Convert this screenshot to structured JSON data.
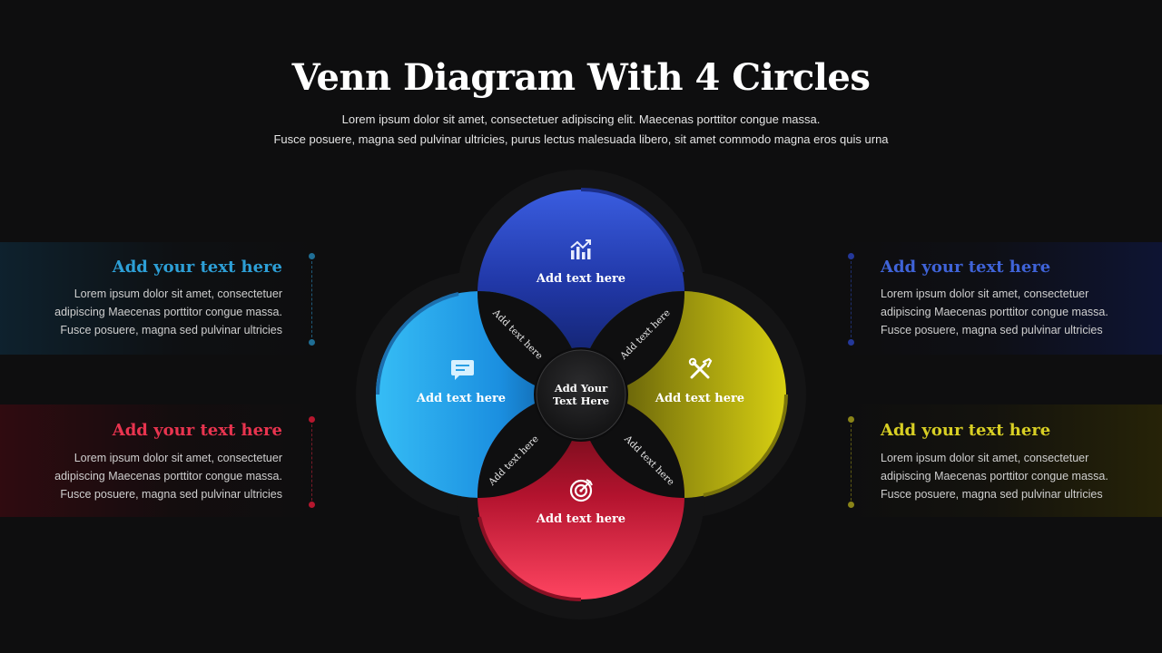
{
  "title": "Venn Diagram With 4 Circles",
  "subtitle_line1": "Lorem ipsum dolor sit amet, consectetuer adipiscing elit. Maecenas porttitor congue massa.",
  "subtitle_line2": "Fusce posuere, magna sed pulvinar ultricies, purus lectus malesuada libero, sit amet commodo magna eros quis urna",
  "colors": {
    "background": "#0e0e0f",
    "blue": "#2e4bc7",
    "cyan": "#2aa7e8",
    "yellow": "#c9c213",
    "red": "#d01c3c",
    "heading_cyan": "#2d9fd6",
    "heading_blue": "#3f63d8",
    "heading_red": "#e8344f",
    "heading_yellow": "#d8cf24"
  },
  "circles": {
    "top": {
      "label": "Add text here",
      "icon": "chart-growth-icon"
    },
    "left": {
      "label": "Add text here",
      "icon": "chat-bubble-icon"
    },
    "right": {
      "label": "Add text here",
      "icon": "tools-icon"
    },
    "bottom": {
      "label": "Add text here",
      "icon": "target-icon"
    }
  },
  "center": {
    "line1": "Add Your",
    "line2": "Text Here"
  },
  "overlaps": {
    "top_left": "Add text here",
    "top_right": "Add text here",
    "bottom_left": "Add text here",
    "bottom_right": "Add text here"
  },
  "panels": {
    "top_left": {
      "heading": "Add your text here",
      "line1": "Lorem ipsum dolor sit amet, consectetuer",
      "line2": "adipiscing Maecenas porttitor congue massa.",
      "line3": "Fusce posuere, magna sed pulvinar ultricies"
    },
    "bottom_left": {
      "heading": "Add your text here",
      "line1": "Lorem ipsum dolor sit amet, consectetuer",
      "line2": "adipiscing Maecenas porttitor congue massa.",
      "line3": "Fusce posuere, magna sed pulvinar ultricies"
    },
    "top_right": {
      "heading": "Add your text here",
      "line1": "Lorem ipsum dolor sit amet, consectetuer",
      "line2": "adipiscing Maecenas porttitor congue massa.",
      "line3": "Fusce posuere, magna sed pulvinar ultricies"
    },
    "bottom_right": {
      "heading": "Add your text here",
      "line1": "Lorem ipsum dolor sit amet, consectetuer",
      "line2": "adipiscing Maecenas porttitor congue massa.",
      "line3": "Fusce posuere, magna sed pulvinar ultricies"
    }
  }
}
